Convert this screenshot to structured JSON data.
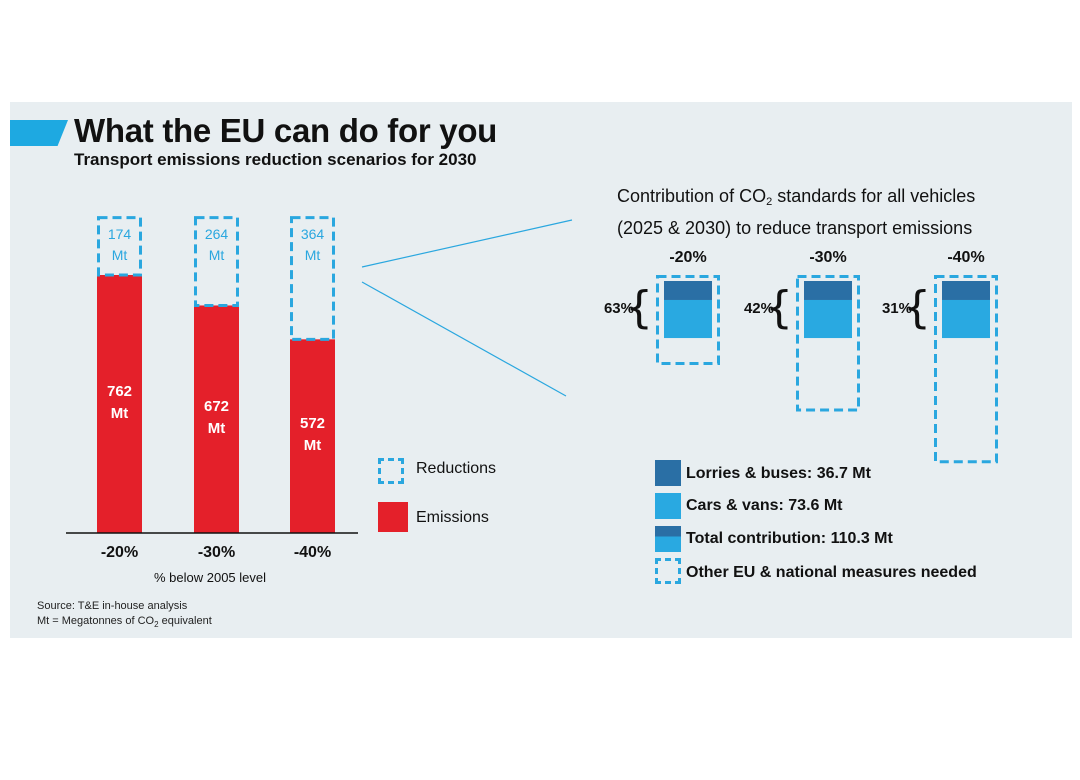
{
  "header": {
    "title": "What the EU can do for you",
    "subtitle": "Transport emissions reduction scenarios for 2030"
  },
  "colors": {
    "emissions": "#e4202a",
    "reductions": "#2aa7df",
    "lorries": "#2a6fa5",
    "cars": "#29a9e1",
    "accent": "#1ea9e1",
    "panel": "#e8eef1"
  },
  "chart_data": [
    {
      "type": "bar",
      "categories": [
        "-20%",
        "-30%",
        "-40%"
      ],
      "xlabel": "% below 2005 level",
      "unit": "Mt",
      "series": [
        {
          "name": "Emissions",
          "values": [
            762,
            672,
            572
          ]
        },
        {
          "name": "Reductions",
          "values": [
            174,
            264,
            364
          ]
        }
      ],
      "legend": [
        "Reductions",
        "Emissions"
      ]
    },
    {
      "type": "bar",
      "title_line1": "Contribution of CO",
      "title_sub": "2",
      "title_line1_end": " standards for all vehicles",
      "title_line2": "(2025 & 2030) to reduce transport emissions",
      "categories": [
        "-20%",
        "-30%",
        "-40%"
      ],
      "needed": [
        174,
        264,
        364
      ],
      "contribution_percent": [
        63,
        42,
        31
      ],
      "contribution_labels": [
        "63%",
        "42%",
        "31%"
      ],
      "series": [
        {
          "name": "Lorries & buses",
          "value": 36.7
        },
        {
          "name": "Cars & vans",
          "value": 73.6
        }
      ],
      "total": 110.3,
      "legend": [
        "Lorries & buses: 36.7 Mt",
        "Cars & vans: 73.6 Mt",
        "Total contribution: 110.3 Mt",
        "Other EU & national measures needed"
      ]
    }
  ],
  "footer": {
    "source": "Source: T&E in-house analysis",
    "note_prefix": "Mt = Megatonnes of CO",
    "note_sub": "2",
    "note_suffix": " equivalent"
  }
}
